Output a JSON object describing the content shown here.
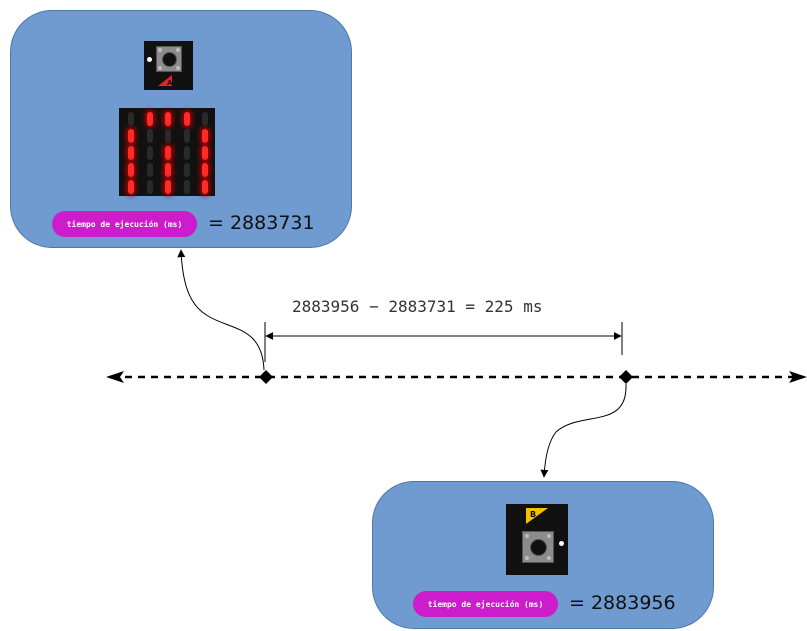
{
  "top_panel": {
    "pill_label": "tiempo de ejecución (ms)",
    "value_text": "= 2883731",
    "button_badge": "A",
    "led_matrix": [
      [
        0,
        1,
        1,
        1,
        0
      ],
      [
        1,
        0,
        0,
        0,
        1
      ],
      [
        1,
        0,
        1,
        0,
        1
      ],
      [
        1,
        0,
        1,
        0,
        1
      ],
      [
        1,
        0,
        1,
        0,
        1
      ]
    ]
  },
  "bottom_panel": {
    "pill_label": "tiempo de ejecución (ms)",
    "value_text": "= 2883956",
    "button_badge": "B"
  },
  "interval_label": "2883956 − 2883731 = 225 ms",
  "colors": {
    "panel_fill": "#6f9bd1",
    "pill_fill": "#cc1ccc",
    "led_on": "#ff2a2a",
    "badge_a": "#e8202a",
    "badge_b": "#f2c200"
  }
}
